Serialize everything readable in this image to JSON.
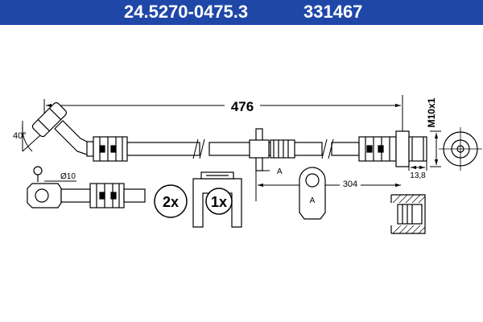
{
  "header": {
    "part_number": "24.5270-0475.3",
    "ref_number": "331467",
    "bg_color": "#1f47a8"
  },
  "dimensions": {
    "length": "476",
    "angle": "40°",
    "thread": "M10x1",
    "hex": "13,8",
    "bracket_pos": "304",
    "bore": "Ø10",
    "detail_a": "A",
    "bracket_label": "A"
  },
  "quantities": {
    "clip_qty": "2x",
    "bracket_qty": "1x"
  }
}
